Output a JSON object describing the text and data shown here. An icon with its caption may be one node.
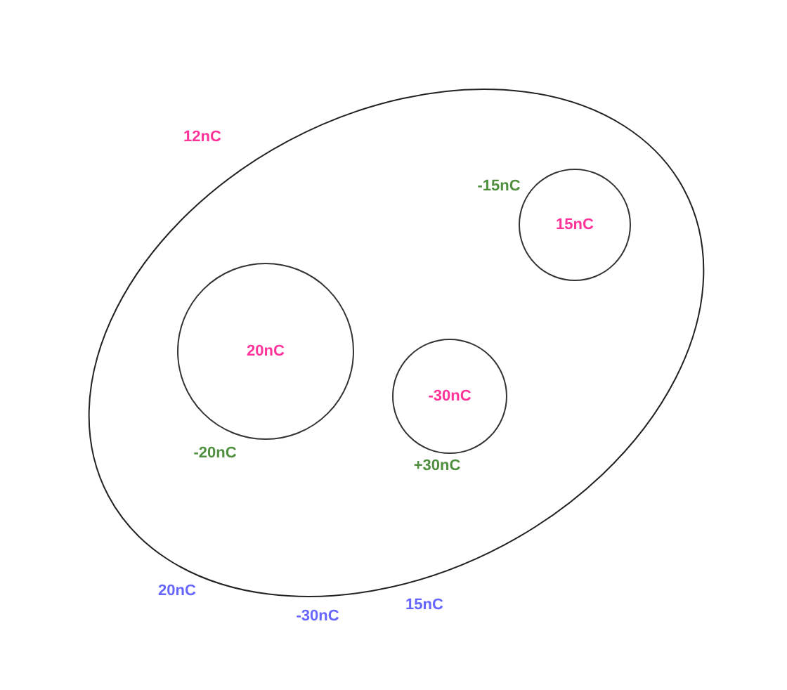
{
  "diagram": {
    "nodes": [
      {
        "text": [],
        "shape": "ellipse"
      },
      {
        "text": [
          "15nC"
        ],
        "in": 0,
        "beside": [
          "-15nC"
        ]
      },
      {
        "text": [
          "20nC"
        ],
        "in": 0,
        "beside": [
          "-20nC"
        ]
      },
      {
        "text": [
          "-30nC"
        ],
        "in": 0,
        "beside": [
          "+30nC"
        ]
      }
    ],
    "labels": [
      "12nC",
      "20nC",
      "-30nC",
      "15nC"
    ]
  }
}
